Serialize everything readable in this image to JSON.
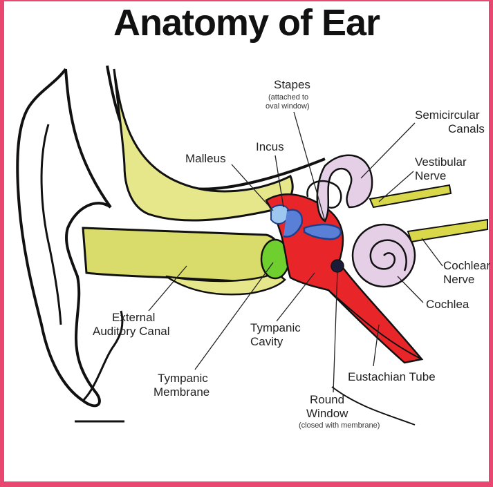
{
  "title": "Anatomy of Ear",
  "labels": {
    "stapes": "Stapes",
    "stapes_note_1": "(attached to",
    "stapes_note_2": "oval window)",
    "semicircular_1": "Semicircular",
    "semicircular_2": "Canals",
    "incus": "Incus",
    "malleus": "Malleus",
    "vestibular_1": "Vestibular",
    "vestibular_2": "Nerve",
    "cochlear_nerve_1": "Cochlear",
    "cochlear_nerve_2": "Nerve",
    "cochlea": "Cochlea",
    "external_canal_1": "External",
    "external_canal_2": "Auditory Canal",
    "tympanic_cavity_1": "Tympanic",
    "tympanic_cavity_2": "Cavity",
    "tympanic_membrane_1": "Tympanic",
    "tympanic_membrane_2": "Membrane",
    "eustachian": "Eustachian Tube",
    "round_window_1": "Round",
    "round_window_2": "Window",
    "round_window_note": "(closed with membrane)"
  },
  "colors": {
    "frame": "#e8476f",
    "bone": "#e6e68a",
    "canal": "#d9dc6a",
    "eardrum": "#6fcf2f",
    "middle_ear": "#e8262a",
    "ossicles": "#5a7fd6",
    "inner_ear": "#e4cfe6",
    "nerve": "#d8d84a"
  }
}
